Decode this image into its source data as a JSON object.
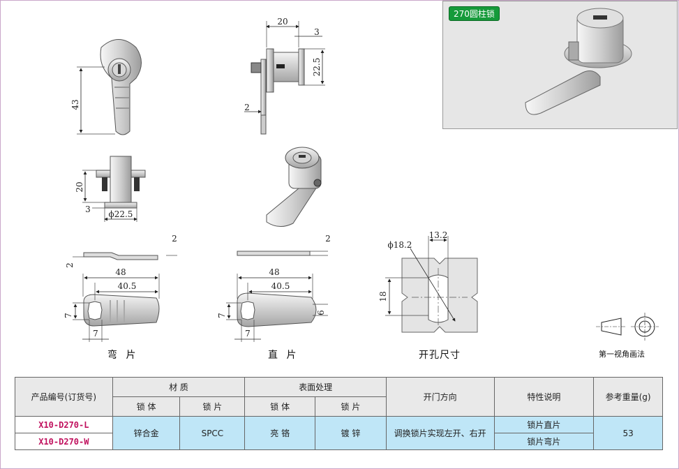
{
  "photo": {
    "badge": "270圆柱锁"
  },
  "dimensions": {
    "front_height": "43",
    "side_top": "20",
    "side_gap": "3",
    "side_dia": "22.5",
    "side_thick": "2",
    "bottom_height": "20",
    "bottom_gap": "3",
    "bottom_dia": "ϕ22.5",
    "bent_thick_right": "2",
    "bent_thick_left": "2",
    "bent_len": "48",
    "bent_len_inner": "40.5",
    "bent_width": "7",
    "bent_hole": "7",
    "flat_thick": "2",
    "flat_len": "48",
    "flat_len_inner": "40.5",
    "flat_width": "7",
    "flat_hole": "7",
    "flat_tip": "6",
    "hole_dia": "ϕ18.2",
    "hole_width": "13.2",
    "hole_height": "18"
  },
  "captions": {
    "bent": "弯 片",
    "flat": "直 片",
    "hole": "开孔尺寸",
    "projection": "第一视角画法"
  },
  "table": {
    "col_product": "产品编号(订货号)",
    "col_material": "材 质",
    "col_finish": "表面处理",
    "col_direction": "开门方向",
    "col_feature": "特性说明",
    "col_weight": "参考重量(g)",
    "sub_body": "锁 体",
    "sub_cam": "锁 片",
    "sub_body2": "锁 体",
    "sub_cam2": "锁 片",
    "row1_code": "X10-D270-L",
    "row2_code": "X10-D270-W",
    "mat_body": "锌合金",
    "mat_cam": "SPCC",
    "fin_body": "亮 铬",
    "fin_cam": "镀 锌",
    "direction": "调换锁片实现左开、右开",
    "feature1": "锁片直片",
    "feature2": "锁片弯片",
    "weight": "53"
  }
}
